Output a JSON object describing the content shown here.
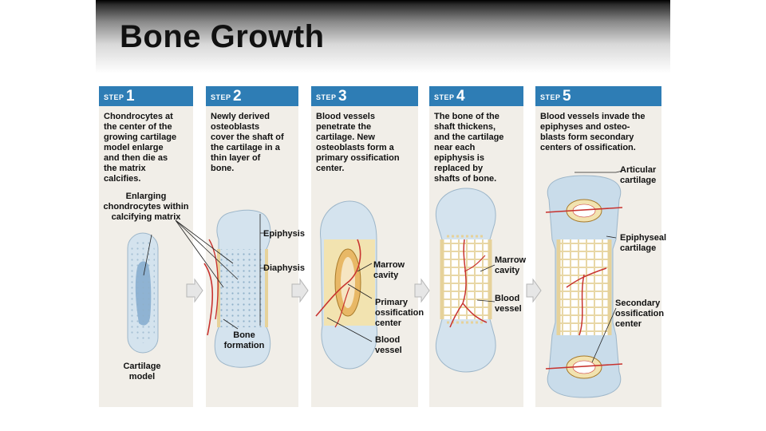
{
  "title": "Bone Growth",
  "steps": [
    {
      "step_word": "STEP",
      "number": "1",
      "text": "Chondrocytes at\nthe center of the\ngrowing cartilage\nmodel enlarge\nand then die as\nthe matrix\ncalcifies."
    },
    {
      "step_word": "STEP",
      "number": "2",
      "text": "Newly derived\nosteoblasts\ncover the shaft of\nthe cartilage in a\nthin layer of\nbone."
    },
    {
      "step_word": "STEP",
      "number": "3",
      "text": "Blood vessels\npenetrate the\ncartilage. New\nosteoblasts form a\nprimary ossification\ncenter."
    },
    {
      "step_word": "STEP",
      "number": "4",
      "text": "The bone of the\nshaft thickens,\nand the cartilage\nnear each\nepiphysis is\nreplaced by\nshafts of bone."
    },
    {
      "step_word": "STEP",
      "number": "5",
      "text": "Blood vessels invade the\nepiphyses and osteo-\nblasts form secondary\ncenters of ossification."
    }
  ],
  "labels": {
    "enlarging": "Enlarging\nchondrocytes within\ncalcifying matrix",
    "cartilage_model": "Cartilage\nmodel",
    "epiphysis": "Epiphysis",
    "diaphysis": "Diaphysis",
    "bone_formation": "Bone\nformation",
    "marrow_cavity_3": "Marrow\ncavity",
    "primary_ossification": "Primary\nossification\ncenter",
    "blood_vessel_3": "Blood\nvessel",
    "marrow_cavity_4": "Marrow\ncavity",
    "blood_vessel_4": "Blood\nvessel",
    "articular_cartilage": "Articular\ncartilage",
    "epiphyseal_cartilage": "Epiphyseal\ncartilage",
    "secondary_ossification": "Secondary\nossification\ncenter"
  },
  "colors": {
    "step_header": "#2e7db5",
    "panel_bg": "#f1eee8",
    "cartilage": "#c9dcea",
    "bone": "#f2e3b0",
    "vessel": "#c8332f",
    "arrow": "#e6e6e6"
  }
}
